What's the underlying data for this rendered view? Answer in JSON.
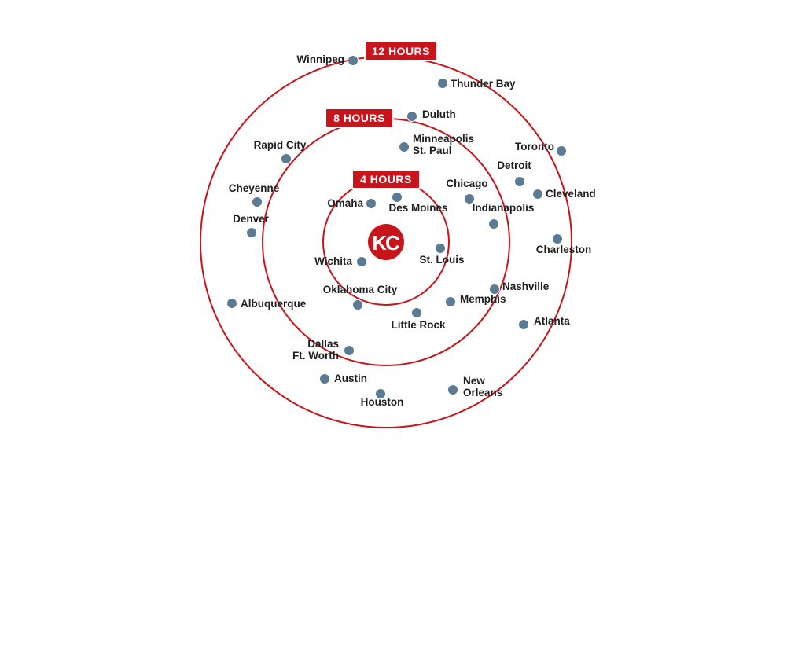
{
  "colors": {
    "ring": "#c8151b",
    "tag_bg": "#c8151b",
    "dot": "#5b7a93",
    "label": "#1e1e1e",
    "center_bg": "#c8151b",
    "center_text": "#ffffff"
  },
  "center": {
    "label": "KC"
  },
  "rings": [
    {
      "id": "ring-4",
      "label": "4 HOURS"
    },
    {
      "id": "ring-8",
      "label": "8 HOURS"
    },
    {
      "id": "ring-12",
      "label": "12 HOURS"
    }
  ],
  "cities": [
    {
      "id": "winnipeg",
      "lines": [
        "Winnipeg"
      ]
    },
    {
      "id": "thunder-bay",
      "lines": [
        "Thunder Bay"
      ]
    },
    {
      "id": "duluth",
      "lines": [
        "Duluth"
      ]
    },
    {
      "id": "minneapolis",
      "lines": [
        "Minneapolis",
        "St. Paul"
      ]
    },
    {
      "id": "rapid-city",
      "lines": [
        "Rapid City"
      ]
    },
    {
      "id": "toronto",
      "lines": [
        "Toronto"
      ]
    },
    {
      "id": "detroit",
      "lines": [
        "Detroit"
      ]
    },
    {
      "id": "cleveland",
      "lines": [
        "Cleveland"
      ]
    },
    {
      "id": "cheyenne",
      "lines": [
        "Cheyenne"
      ]
    },
    {
      "id": "chicago",
      "lines": [
        "Chicago"
      ]
    },
    {
      "id": "omaha",
      "lines": [
        "Omaha"
      ]
    },
    {
      "id": "des-moines",
      "lines": [
        "Des Moines"
      ]
    },
    {
      "id": "indianapolis",
      "lines": [
        "Indianapolis"
      ]
    },
    {
      "id": "denver",
      "lines": [
        "Denver"
      ]
    },
    {
      "id": "charleston",
      "lines": [
        "Charleston"
      ]
    },
    {
      "id": "wichita",
      "lines": [
        "Wichita"
      ]
    },
    {
      "id": "st-louis",
      "lines": [
        "St. Louis"
      ]
    },
    {
      "id": "nashville",
      "lines": [
        "Nashville"
      ]
    },
    {
      "id": "oklahoma-city",
      "lines": [
        "Oklahoma City"
      ]
    },
    {
      "id": "memphis",
      "lines": [
        "Memphis"
      ]
    },
    {
      "id": "albuquerque",
      "lines": [
        "Albuquerque"
      ]
    },
    {
      "id": "little-rock",
      "lines": [
        "Little Rock"
      ]
    },
    {
      "id": "atlanta",
      "lines": [
        "Atlanta"
      ]
    },
    {
      "id": "dallas",
      "lines": [
        "Dallas",
        "Ft. Worth"
      ]
    },
    {
      "id": "austin",
      "lines": [
        "Austin"
      ]
    },
    {
      "id": "new-orleans",
      "lines": [
        "New",
        "Orleans"
      ]
    },
    {
      "id": "houston",
      "lines": [
        "Houston"
      ]
    }
  ]
}
